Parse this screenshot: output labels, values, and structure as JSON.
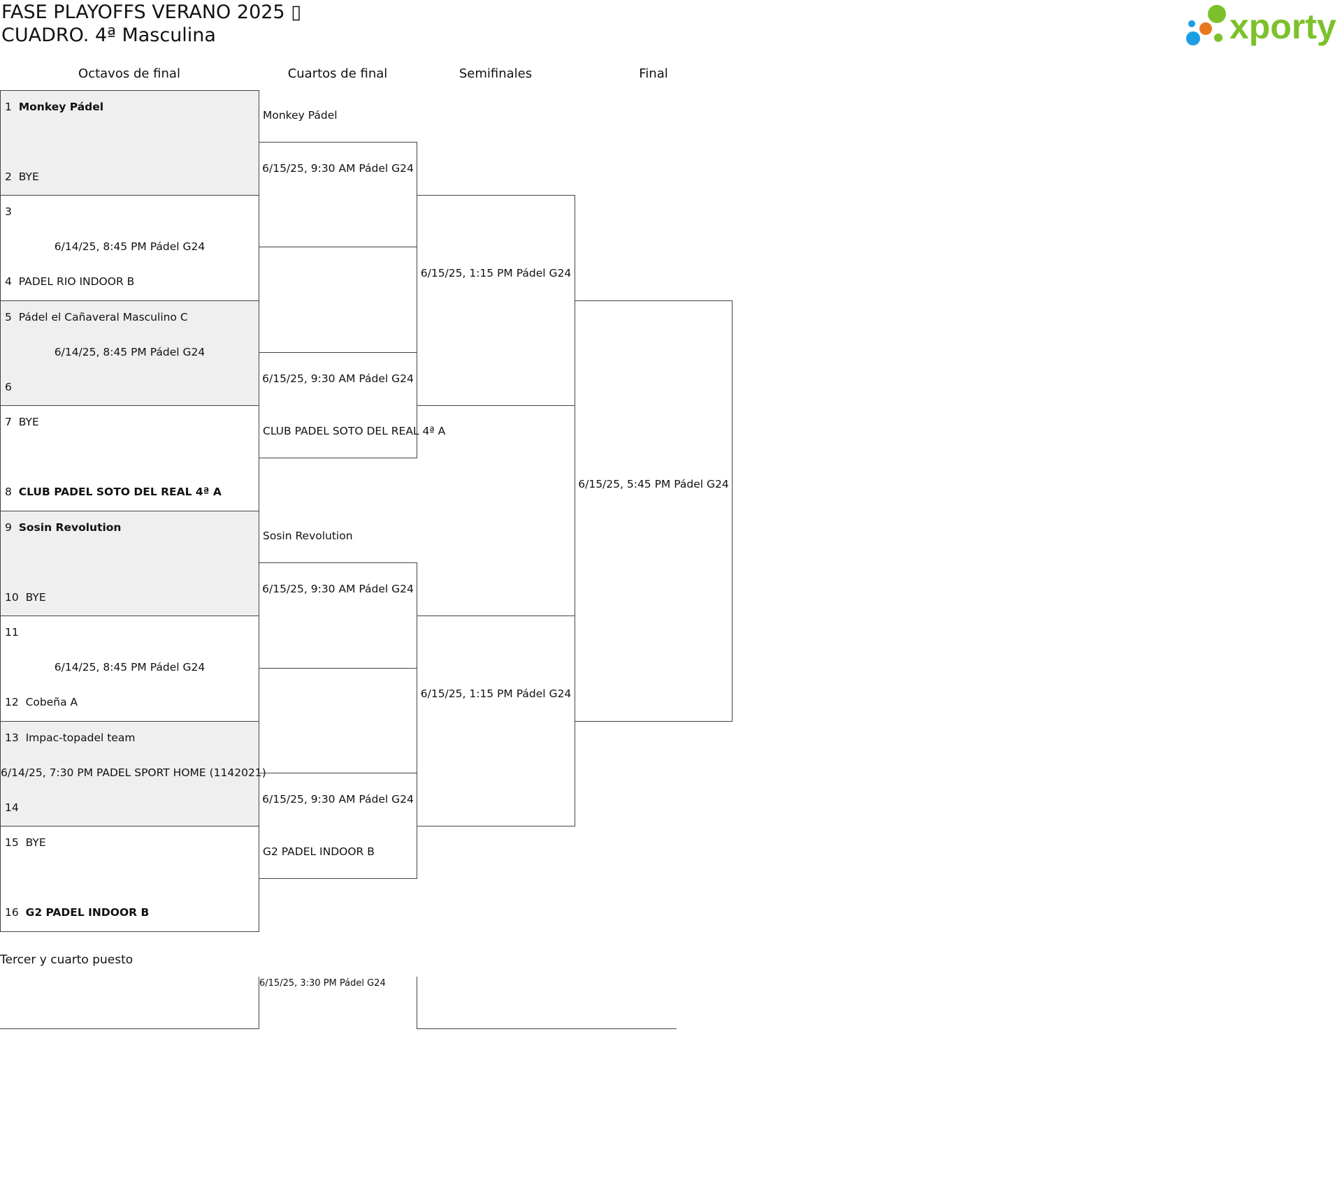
{
  "header": {
    "title_line1": "FASE PLAYOFFS VERANO 2025 ▯",
    "title_line2": "CUADRO. 4ª Masculina"
  },
  "logo": {
    "text": "xporty",
    "dot_colors": [
      "#7cc12b",
      "#e8781e",
      "#1b9ee6"
    ],
    "text_color": "#7cc12b"
  },
  "rounds": [
    "Octavos de final",
    "Cuartos de final",
    "Semifinales",
    "Final"
  ],
  "round_of_16": [
    {
      "seed_a": "1",
      "team_a": "Monkey Pádel",
      "a_winner": true,
      "info": "",
      "seed_b": "2",
      "team_b": "BYE",
      "b_winner": false
    },
    {
      "seed_a": "3",
      "team_a": "",
      "a_winner": false,
      "info": "6/14/25, 8:45 PM Pádel G24",
      "seed_b": "4",
      "team_b": "PADEL RIO INDOOR B",
      "b_winner": false
    },
    {
      "seed_a": "5",
      "team_a": "Pádel el Cañaveral Masculino C",
      "a_winner": false,
      "info": "6/14/25, 8:45 PM Pádel G24",
      "seed_b": "6",
      "team_b": "",
      "b_winner": false
    },
    {
      "seed_a": "7",
      "team_a": "BYE",
      "a_winner": false,
      "info": "",
      "seed_b": "8",
      "team_b": "CLUB PADEL SOTO DEL REAL 4ª A",
      "b_winner": true
    },
    {
      "seed_a": "9",
      "team_a": "Sosin Revolution",
      "a_winner": true,
      "info": "",
      "seed_b": "10",
      "team_b": "BYE",
      "b_winner": false
    },
    {
      "seed_a": "11",
      "team_a": "",
      "a_winner": false,
      "info": "6/14/25, 8:45 PM Pádel G24",
      "seed_b": "12",
      "team_b": "Cobeña A",
      "b_winner": false
    },
    {
      "seed_a": "13",
      "team_a": "Impac-topadel team",
      "a_winner": false,
      "info": "6/14/25, 7:30 PM PADEL SPORT HOME (1142021)",
      "seed_b": "14",
      "team_b": "",
      "b_winner": false
    },
    {
      "seed_a": "15",
      "team_a": "BYE",
      "a_winner": false,
      "info": "",
      "seed_b": "16",
      "team_b": "G2 PADEL INDOOR B",
      "b_winner": true
    }
  ],
  "quarterfinals": [
    {
      "team_a": "Monkey Pádel",
      "info": "6/15/25, 9:30 AM Pádel G24",
      "team_b": ""
    },
    {
      "team_a": "",
      "info": "6/15/25, 9:30 AM Pádel G24",
      "team_b": "CLUB PADEL SOTO DEL REAL 4ª A"
    },
    {
      "team_a": "Sosin Revolution",
      "info": "6/15/25, 9:30 AM Pádel G24",
      "team_b": ""
    },
    {
      "team_a": "",
      "info": "6/15/25, 9:30 AM Pádel G24",
      "team_b": "G2 PADEL INDOOR B"
    }
  ],
  "semifinals": [
    {
      "info": "6/15/25, 1:15 PM Pádel G24"
    },
    {
      "info": "6/15/25, 1:15 PM Pádel G24"
    }
  ],
  "final": {
    "info": "6/15/25, 5:45 PM Pádel G24"
  },
  "third_place": {
    "label": "Tercer y cuarto puesto",
    "info": "6/15/25, 3:30 PM Pádel G24"
  }
}
